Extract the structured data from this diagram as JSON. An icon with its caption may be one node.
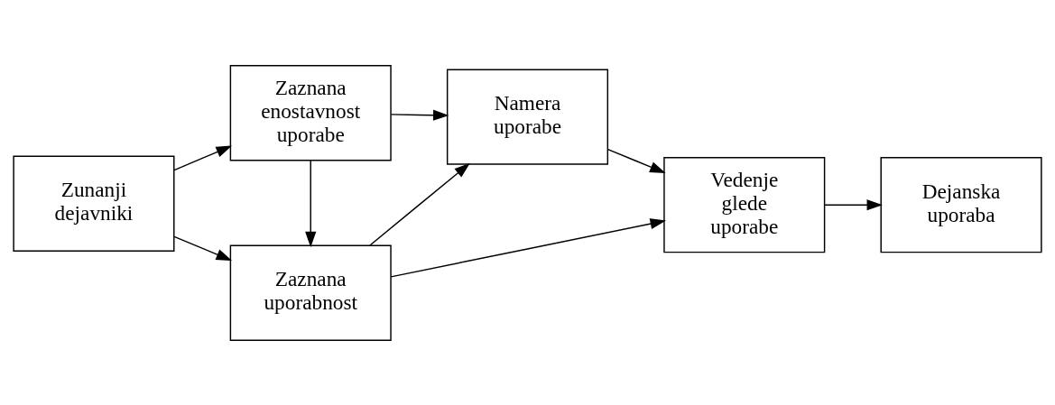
{
  "diagram": {
    "nodes": [
      {
        "text": [
          "Zunanji dejavniki"
        ]
      },
      {
        "text": [
          "Zaznana uporabnost"
        ]
      },
      {
        "text": [
          "Zaznana enostavnost uporabe"
        ]
      },
      {
        "text": [
          "Namera uporabe"
        ]
      },
      {
        "text": [
          "Vedenje glede uporabe"
        ]
      },
      {
        "text": [
          "Dejanska uporaba"
        ]
      }
    ],
    "edges": [
      {
        "from": 0,
        "to": 1,
        "arrow": "to"
      },
      {
        "from": 0,
        "to": 2,
        "arrow": "to"
      },
      {
        "from": 2,
        "to": 1,
        "arrow": "to"
      },
      {
        "from": 1,
        "to": 3,
        "arrow": "to"
      },
      {
        "from": 2,
        "to": 3,
        "arrow": "to"
      },
      {
        "from": 1,
        "to": 4,
        "arrow": "to"
      },
      {
        "from": 3,
        "to": 4,
        "arrow": "to"
      },
      {
        "from": 4,
        "to": 5,
        "arrow": "to"
      }
    ]
  }
}
